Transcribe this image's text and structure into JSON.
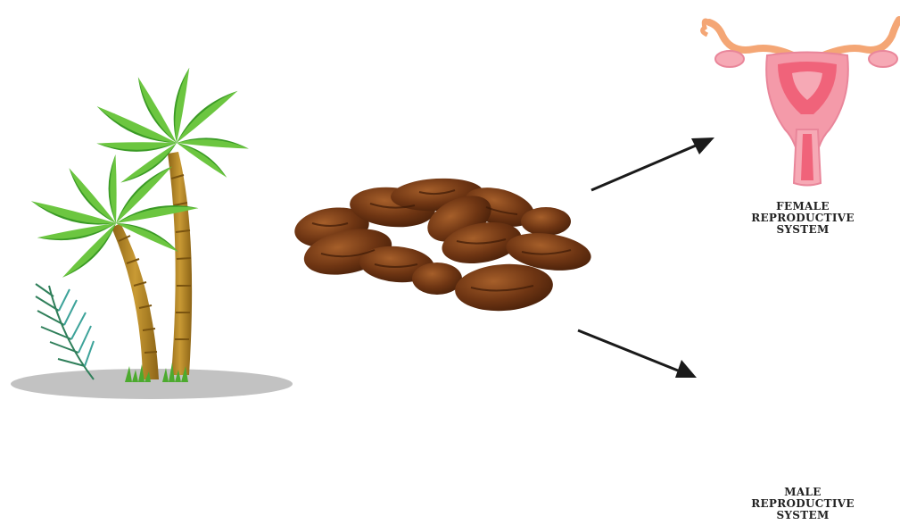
{
  "colors": {
    "palm_leaf": "#3fa02a",
    "palm_leaf_light": "#7bd14a",
    "palm_trunk": "#b4882a",
    "ground": "#bdbdbd",
    "seed": "#6b3411",
    "seed_light": "#9a5522",
    "organ_pink": "#f0637a",
    "organ_light": "#f6a9b5",
    "organ_outline": "#e9869a",
    "tube_orange": "#f4a675",
    "arrow": "#1a1a1a"
  },
  "icons": [
    "palm-tree-icon",
    "date-seeds-icon",
    "female-reproductive-system-icon",
    "male-reproductive-system-icon",
    "arrow-icon"
  ],
  "labels": {
    "female": [
      "FEMALE",
      "REPRODUCTIVE",
      "SYSTEM"
    ],
    "male": [
      "MALE",
      "REPRODUCTIVE",
      "SYSTEM"
    ]
  }
}
